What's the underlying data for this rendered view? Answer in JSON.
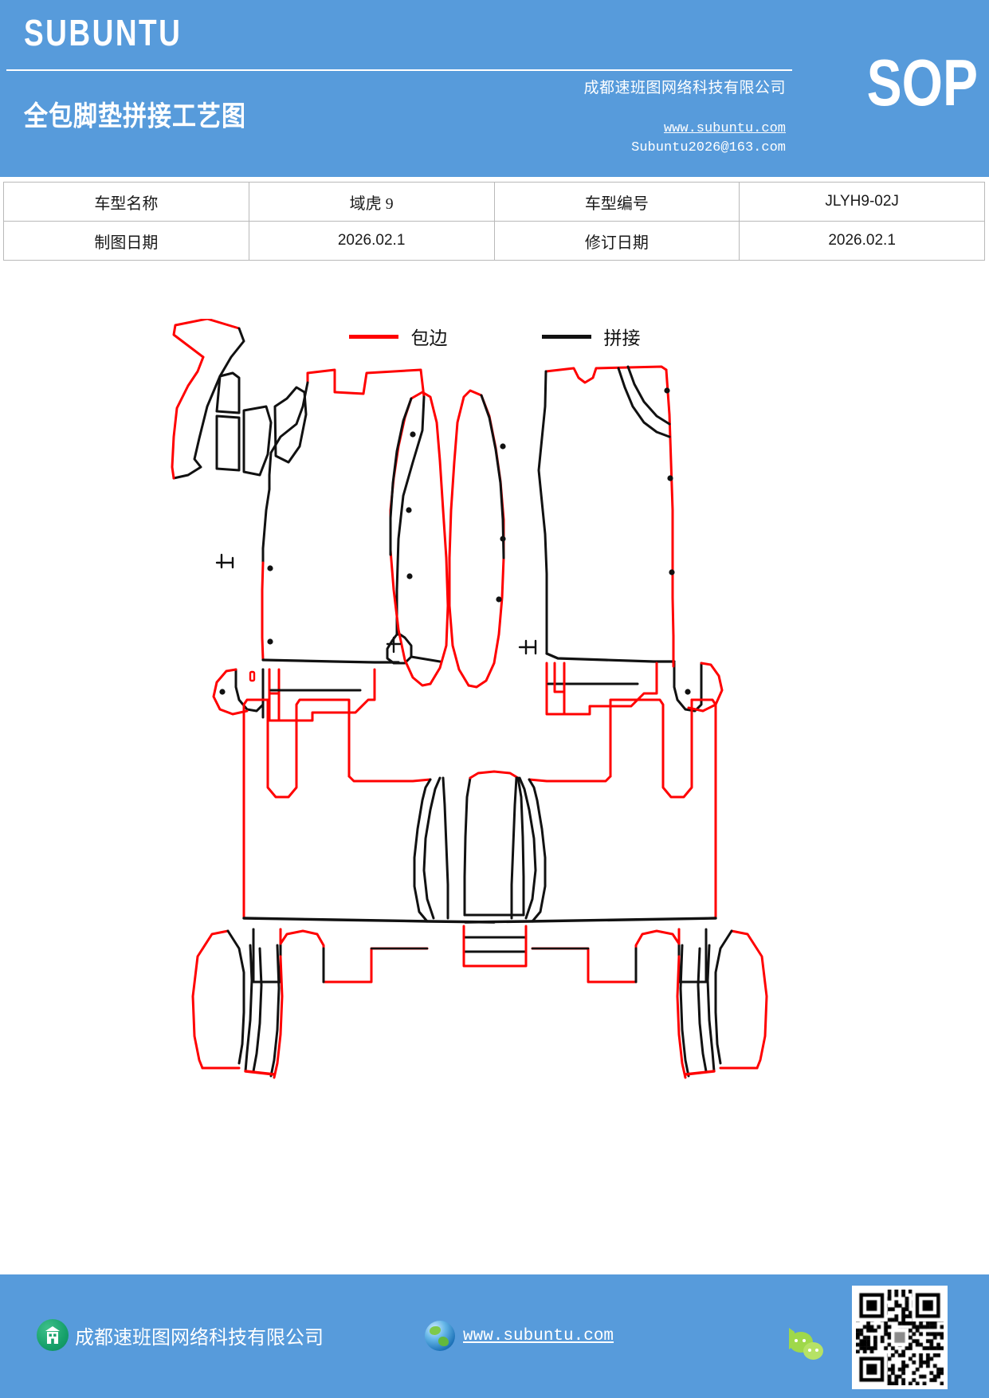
{
  "header": {
    "brand": "SUBUNTU",
    "doc_type": "SOP",
    "title": "全包脚垫拼接工艺图",
    "company": "成都速班图网络科技有限公司",
    "website": "www.subuntu.com",
    "email": "Subuntu2026@163.com",
    "bg_color": "#579bdb"
  },
  "info_table": {
    "rows": [
      [
        {
          "label": "车型名称",
          "value": "域虎 9"
        },
        {
          "label": "车型编号",
          "value": "JLYH9-02J"
        }
      ],
      [
        {
          "label": "制图日期",
          "value": "2026.02.1"
        },
        {
          "label": "修订日期",
          "value": "2026.02.1"
        }
      ]
    ]
  },
  "legend": {
    "items": [
      {
        "label": "包边",
        "color": "#ff0000",
        "meaning": "edge-binding"
      },
      {
        "label": "拼接",
        "color": "#111111",
        "meaning": "seam-splice"
      }
    ]
  },
  "drawing": {
    "title": "全包脚垫拼接工艺图",
    "pieces": [
      {
        "name": "driver-side-mat",
        "position": "top-left"
      },
      {
        "name": "passenger-side-mat",
        "position": "top-right"
      },
      {
        "name": "rear-floor-mat",
        "position": "bottom-center"
      }
    ],
    "edge_color": "#ff0000",
    "seam_color": "#111111"
  },
  "footer": {
    "company": "成都速班图网络科技有限公司",
    "website": "www.subuntu.com",
    "icons": [
      "company-icon",
      "globe-icon",
      "wechat-icon",
      "qr-code"
    ],
    "bg_color": "#579bdb"
  }
}
